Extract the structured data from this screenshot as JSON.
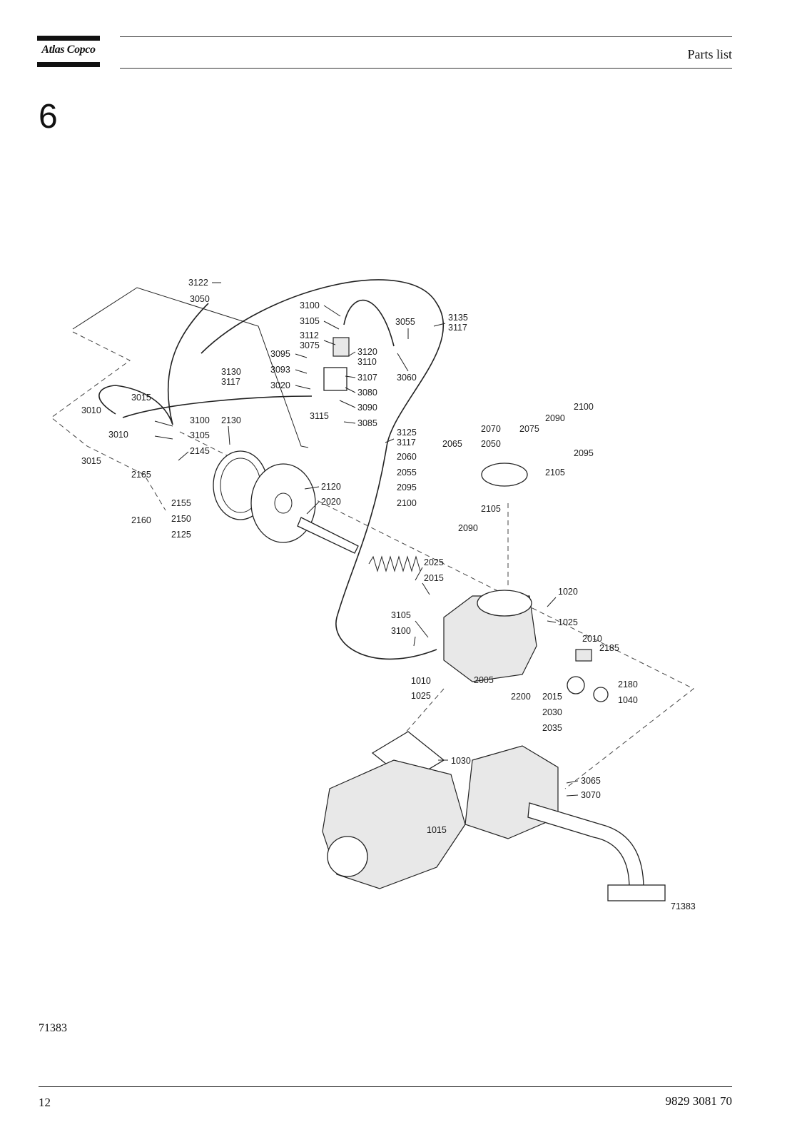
{
  "header": {
    "brand": "Atlas Copco",
    "title": "Parts list"
  },
  "section": {
    "number": "6"
  },
  "figure": {
    "image_id": "71383",
    "callouts": [
      "3122",
      "3050",
      "3100",
      "3105",
      "3112",
      "3075",
      "3095",
      "3093",
      "3020",
      "3115",
      "3120",
      "3110",
      "3107",
      "3080",
      "3090",
      "3085",
      "3055",
      "3060",
      "3135",
      "3117",
      "3130",
      "3117",
      "3015",
      "3010",
      "3010",
      "3015",
      "3100",
      "3105",
      "2130",
      "2145",
      "2165",
      "2160",
      "2155",
      "2150",
      "2125",
      "2120",
      "2020",
      "3125",
      "3117",
      "2065",
      "2070",
      "2050",
      "2075",
      "2090",
      "2100",
      "2095",
      "2105",
      "2060",
      "2055",
      "2095",
      "2100",
      "2105",
      "2090",
      "2025",
      "2015",
      "1020",
      "1025",
      "3105",
      "3100",
      "2010",
      "2185",
      "2180",
      "1040",
      "1010",
      "1025",
      "2005",
      "2200",
      "2015",
      "2030",
      "2035",
      "1030",
      "3065",
      "3070",
      "1015",
      "71383"
    ]
  },
  "footer": {
    "figure_number": "71383",
    "page_number": "12",
    "document_number": "9829 3081 70"
  }
}
